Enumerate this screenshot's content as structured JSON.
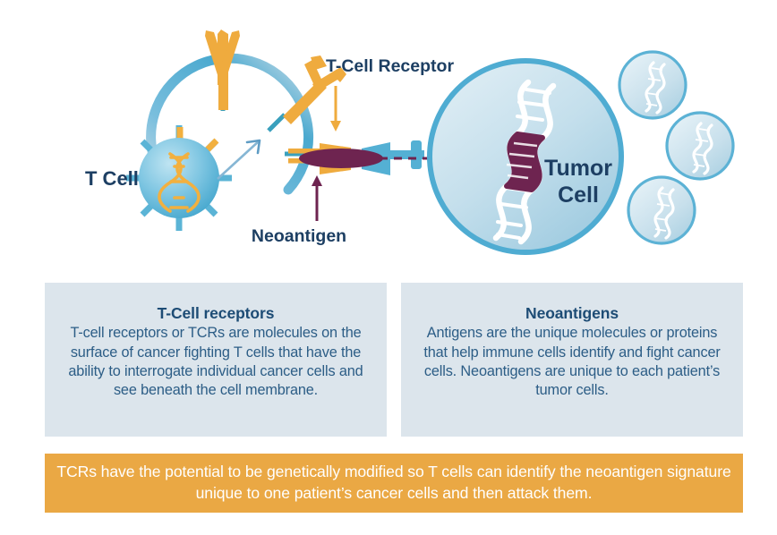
{
  "diagram": {
    "labels": {
      "t_cell": "T Cell",
      "t_cell_receptor": "T-Cell Receptor",
      "neoantigen": "Neoantigen",
      "tumor_cell_line1": "Tumor",
      "tumor_cell_line2": "Cell"
    },
    "colors": {
      "cell_blue": "#5bb4d6",
      "cell_fill_light": "#cfe3ee",
      "cell_fill_mid": "#9fcde2",
      "receptor_orange": "#efab3e",
      "receptor_teal": "#3aa0bd",
      "neoantigen_maroon": "#6e2450",
      "dna_white": "#ffffff",
      "dna_orange": "#f2b03f",
      "label_navy": "#1d3f63"
    },
    "elements": {
      "t_cell_core": "t-cell-sphere-with-orange-dna",
      "membrane_arc": "magnified-t-cell-membrane-arc",
      "receptors": "three-y-shaped-t-cell-receptors",
      "mhc_receptor": "blue-mhc-receptor-on-tumor-cell",
      "tumor_dna": "white-dna-helix-with-maroon-neoantigen-segment",
      "satellite_cells": "three-small-tumor-cells-with-white-dna",
      "zoom_arrow": "blue-magnification-arrow",
      "tcr_arrow": "orange-down-arrow",
      "neoantigen_arrow": "maroon-up-arrow",
      "dashed_line": "maroon-dashed-recognition-line"
    }
  },
  "cards": [
    {
      "title": "T-Cell receptors",
      "body": "T-cell receptors or TCRs are molecules on the surface of cancer fighting T cells that have the ability to interrogate individual cancer cells and see beneath the cell membrane."
    },
    {
      "title": "Neoantigens",
      "body": "Antigens are the unique molecules or proteins that help immune cells identify and fight cancer cells. Neoantigens are unique to each patient’s tumor cells."
    }
  ],
  "banner": {
    "text": "TCRs have the potential to be genetically modified so T cells can identify the neoantigen signature unique to one patient’s cancer cells and then attack them.",
    "background": "#eaa844",
    "text_color": "#ffffff"
  }
}
